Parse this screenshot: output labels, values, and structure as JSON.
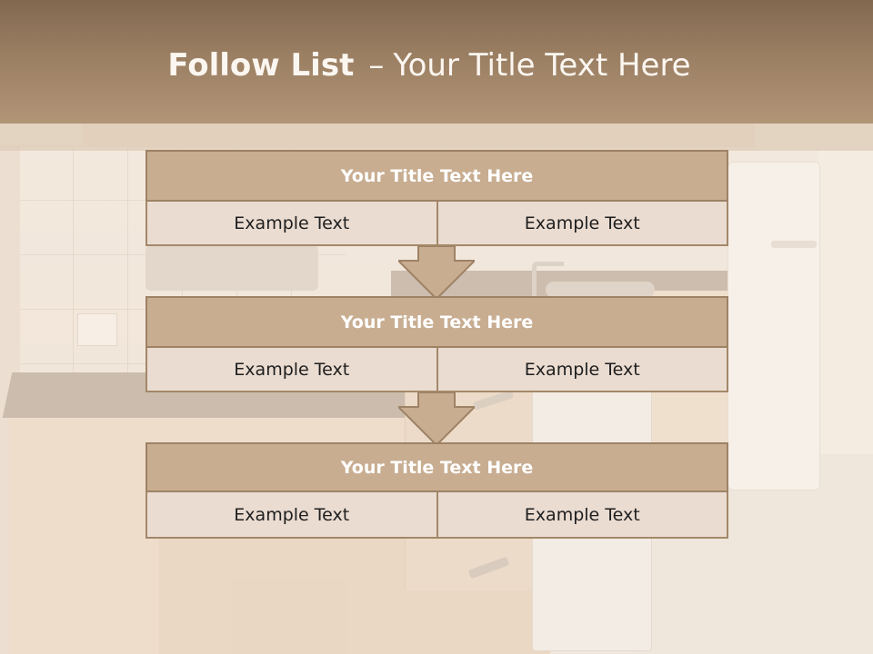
{
  "slide": {
    "title_bold": "Follow List",
    "title_separator": "–",
    "title_rest": "Your Title Text Here"
  },
  "blocks": [
    {
      "title": "Your Title Text Here",
      "items": [
        "Example Text",
        "Example Text"
      ]
    },
    {
      "title": "Your Title Text Here",
      "items": [
        "Example Text",
        "Example Text"
      ]
    },
    {
      "title": "Your Title Text Here",
      "items": [
        "Example Text",
        "Example Text"
      ]
    }
  ],
  "colors": {
    "header": "#9b7f63",
    "block_title_fill": "#c8ad91",
    "block_border": "#9e8266",
    "cell_fill": "#eadcd1",
    "arrow_fill": "#c8ad91"
  }
}
